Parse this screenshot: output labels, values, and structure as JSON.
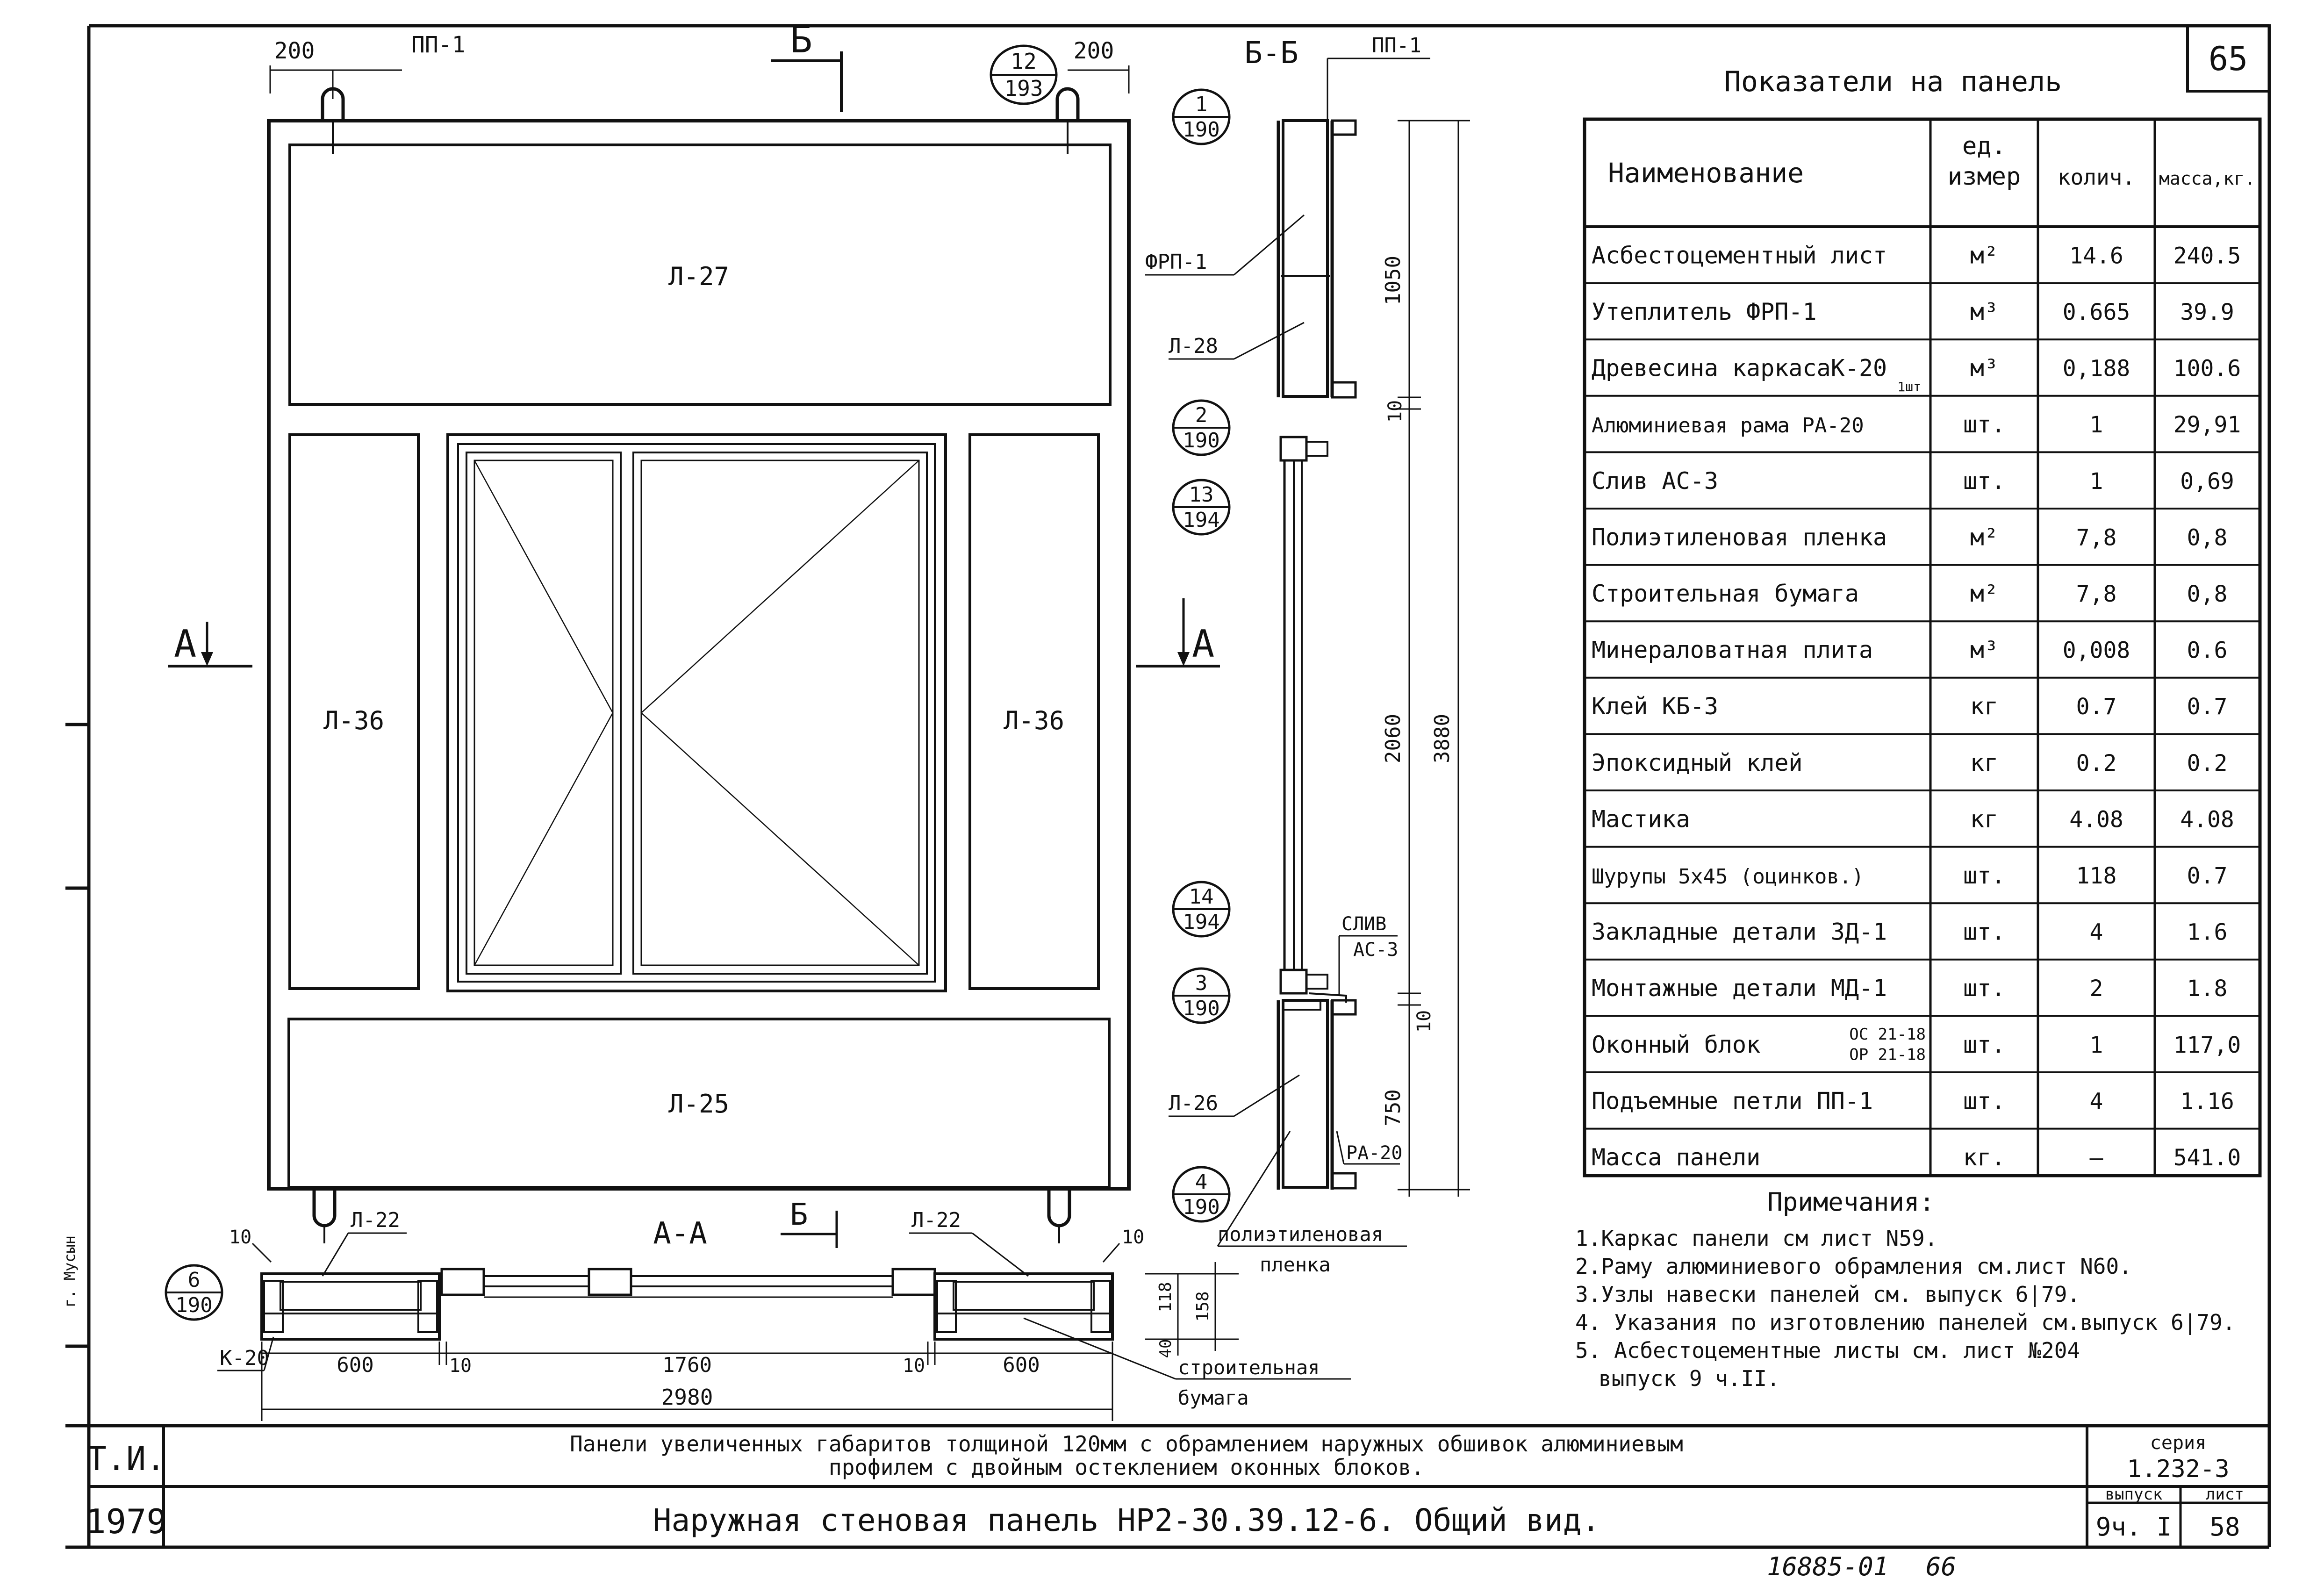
{
  "page_number": "65",
  "drawing": {
    "elevation": {
      "top_lug_label": "ПП-1",
      "dim_200_left": "200",
      "dim_200_right": "200",
      "section_b_mark": "Б",
      "section_a_left": "А",
      "section_a_right": "А",
      "panels": {
        "top": "Л-27",
        "left": "Л-36",
        "right": "Л-36",
        "bottom": "Л-25"
      }
    },
    "callouts": [
      {
        "num": "12",
        "sheet": "193"
      },
      {
        "num": "1",
        "sheet": "190"
      },
      {
        "num": "2",
        "sheet": "190"
      },
      {
        "num": "13",
        "sheet": "194"
      },
      {
        "num": "14",
        "sheet": "194"
      },
      {
        "num": "3",
        "sheet": "190"
      },
      {
        "num": "4",
        "sheet": "190"
      },
      {
        "num": "6",
        "sheet": "190"
      }
    ],
    "section_bb": {
      "title": "Б-Б",
      "lug_label": "ПП-1",
      "labels": {
        "frp": "ФРП-1",
        "l28": "Л-28",
        "sliv_top": "СЛИВ",
        "sliv_bottom": "АС-3",
        "l26": "Л-26",
        "ra20": "РА-20",
        "film_1": "полиэтиленовая",
        "film_2": "пленка"
      },
      "dims": {
        "d1050": "1050",
        "d10a": "10",
        "d2060": "2060",
        "d3880": "3880",
        "d10b": "10",
        "d750": "750"
      }
    },
    "section_aa": {
      "title": "А-А",
      "b_mark": "Б",
      "labels": {
        "l22_left": "Л-22",
        "l22_right": "Л-22",
        "k20": "К-20",
        "paper_1": "строительная",
        "paper_2": "бумага"
      },
      "dims": {
        "d10_tl": "10",
        "d10_tr": "10",
        "d600a": "600",
        "d10a": "10",
        "d1760": "1760",
        "d10b": "10",
        "d600b": "600",
        "d2980": "2980",
        "d118": "118",
        "d158": "158",
        "d40": "40"
      }
    }
  },
  "spec_table": {
    "title": "Показатели на панель",
    "headers": {
      "name": "Наименование",
      "unit_1": "ед.",
      "unit_2": "измер",
      "qty": "колич.",
      "mass": "масса,кг."
    },
    "rows": [
      {
        "name": "Асбестоцементный лист",
        "unit": "м²",
        "qty": "14.6",
        "mass": "240.5"
      },
      {
        "name": "Утеплитель ФРП-1",
        "unit": "м³",
        "qty": "0.665",
        "mass": "39.9"
      },
      {
        "name": "Древесина каркасаК-20",
        "name_sub": "1шт",
        "unit": "м³",
        "qty": "0,188",
        "mass": "100.6"
      },
      {
        "name": "Алюминиевая рама РА-20",
        "unit": "шт.",
        "qty": "1",
        "mass": "29,91"
      },
      {
        "name": "Слив АС-3",
        "unit": "шт.",
        "qty": "1",
        "mass": "0,69"
      },
      {
        "name": "Полиэтиленовая пленка",
        "unit": "м²",
        "qty": "7,8",
        "mass": "0,8"
      },
      {
        "name": "Строительная бумага",
        "unit": "м²",
        "qty": "7,8",
        "mass": "0,8"
      },
      {
        "name": "Минераловатная плита",
        "unit": "м³",
        "qty": "0,008",
        "mass": "0.6"
      },
      {
        "name": "Клей КБ-3",
        "unit": "кг",
        "qty": "0.7",
        "mass": "0.7"
      },
      {
        "name": "Эпоксидный клей",
        "unit": "кг",
        "qty": "0.2",
        "mass": "0.2"
      },
      {
        "name": "Мастика",
        "unit": "кг",
        "qty": "4.08",
        "mass": "4.08"
      },
      {
        "name": "Шурупы 5x45 (оцинков.)",
        "unit": "шт.",
        "qty": "118",
        "mass": "0.7"
      },
      {
        "name": "Закладные детали ЗД-1",
        "unit": "шт.",
        "qty": "4",
        "mass": "1.6"
      },
      {
        "name": "Монтажные детали МД-1",
        "unit": "шт.",
        "qty": "2",
        "mass": "1.8"
      },
      {
        "name": "Оконный блок",
        "name_sub_1": "ОС 21-18",
        "name_sub_2": "ОР 21-18",
        "unit": "шт.",
        "qty": "1",
        "mass": "117,0"
      },
      {
        "name": "Подъемные петли ПП-1",
        "unit": "шт.",
        "qty": "4",
        "mass": "1.16"
      },
      {
        "name": "Масса панели",
        "unit": "кг.",
        "qty": "—",
        "mass": "541.0"
      }
    ]
  },
  "notes": {
    "title": "Примечания:",
    "items": [
      "1.Каркас панели см лист N59.",
      "2.Раму алюминиевого обрамления см.лист N60.",
      "3.Узлы навески панелей см. выпуск 6|79.",
      "4. Указания по изготовлению панелей см.выпуск 6|79.",
      "5. Асбестоцементные листы см. лист №204",
      "выпуск 9 ч.II."
    ]
  },
  "title_block": {
    "ti": "Т.И.",
    "year": "1979",
    "header_line_1": "Панели увеличенных габаритов толщиной 120мм с обрамлением наружных обшивок алюминиевым",
    "header_line_2": "профилем с двойным остеклением оконных блоков.",
    "main_title": "Наружная стеновая панель НР2-30.39.12-6. Общий вид.",
    "series_label": "серия",
    "series_value": "1.232-3",
    "issue_label": "выпуск",
    "issue_value": "9ч. I",
    "sheet_label": "лист",
    "sheet_value": "58"
  },
  "margin_text": "г. Мусын",
  "footer_handwritten": {
    "left": "16885-01",
    "right": "66"
  }
}
